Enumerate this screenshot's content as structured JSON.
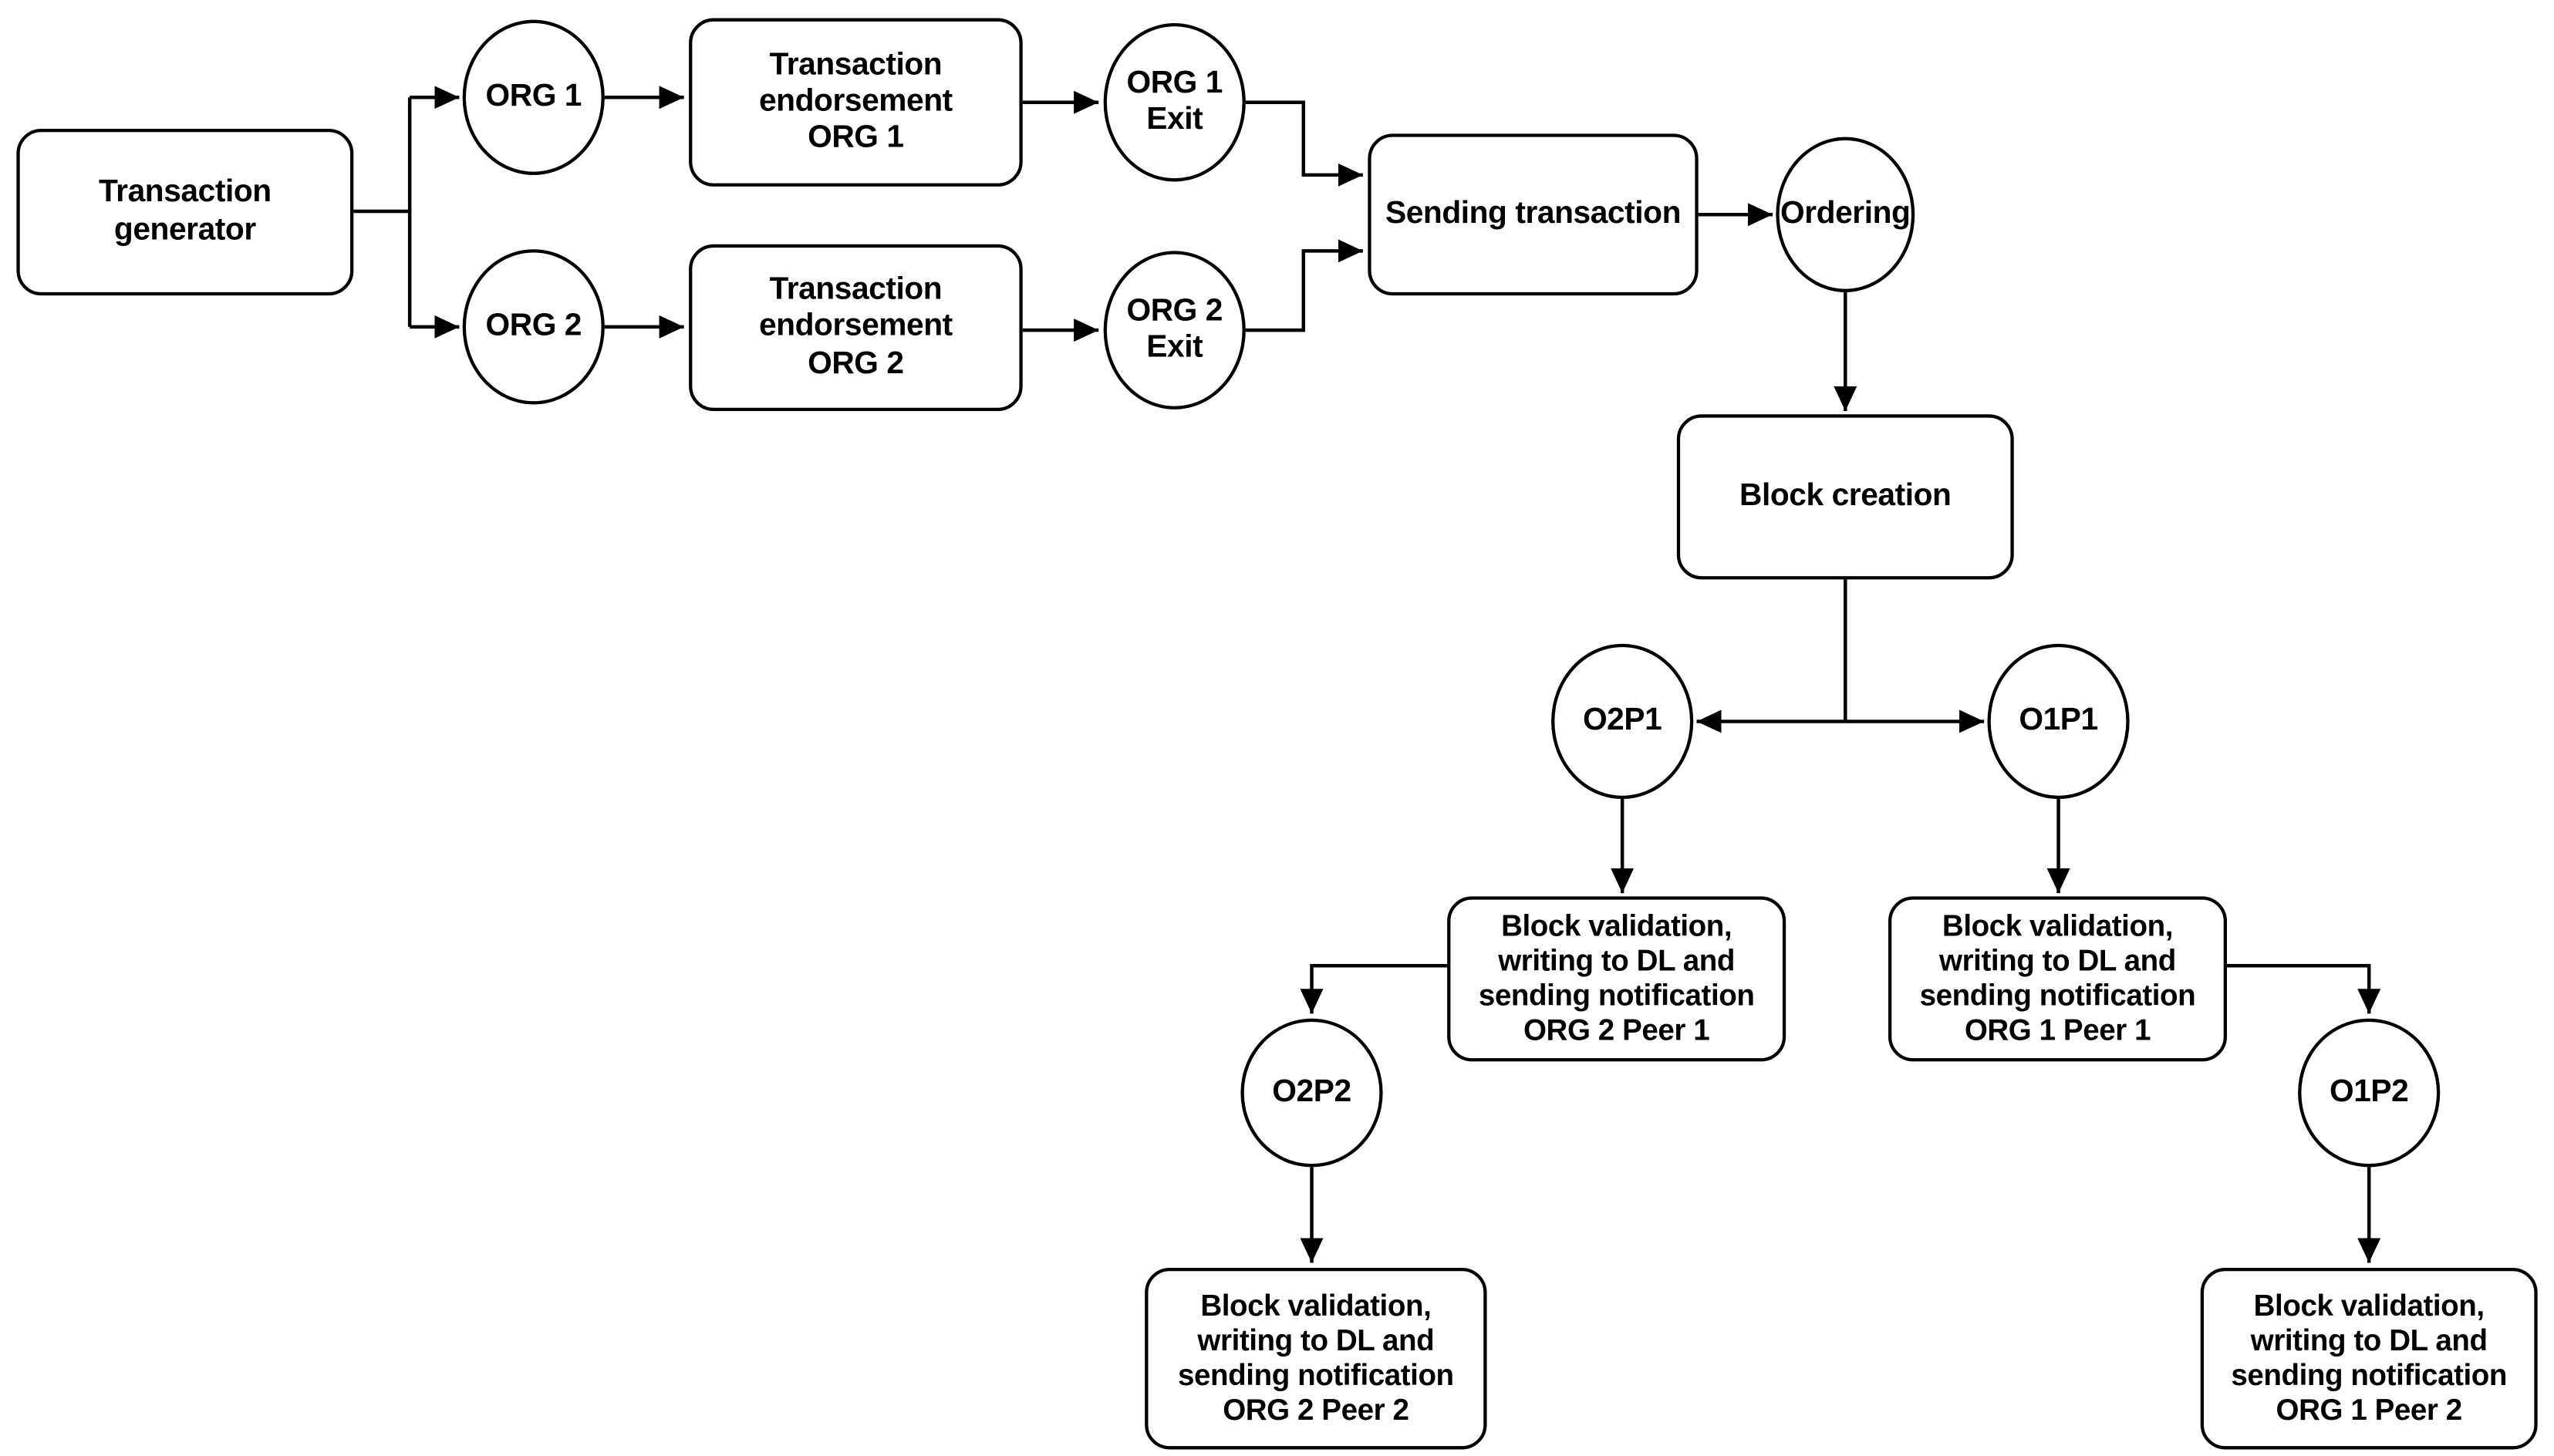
{
  "diagram": {
    "type": "flowchart",
    "ink_color": "#000000",
    "background_color": "#ffffff",
    "nodes": {
      "transaction_generator": {
        "shape": "rounded-rect",
        "label": "Transaction\ngenerator"
      },
      "org1": {
        "shape": "ellipse",
        "label": "ORG 1"
      },
      "org2": {
        "shape": "ellipse",
        "label": "ORG 2"
      },
      "endorsement_org1": {
        "shape": "rounded-rect",
        "label": "Transaction\nendorsement\nORG 1"
      },
      "endorsement_org2": {
        "shape": "rounded-rect",
        "label": "Transaction\nendorsement\nORG 2"
      },
      "org1_exit": {
        "shape": "ellipse",
        "label": "ORG 1\nExit"
      },
      "org2_exit": {
        "shape": "ellipse",
        "label": "ORG 2\nExit"
      },
      "sending_transaction": {
        "shape": "rounded-rect",
        "label": "Sending transaction"
      },
      "ordering": {
        "shape": "ellipse",
        "label": "Ordering"
      },
      "block_creation": {
        "shape": "rounded-rect",
        "label": "Block creation"
      },
      "o2p1": {
        "shape": "ellipse",
        "label": "O2P1"
      },
      "o1p1": {
        "shape": "ellipse",
        "label": "O1P1"
      },
      "block_validation_org2_peer1": {
        "shape": "rounded-rect",
        "label": "Block validation,\nwriting to DL and\nsending notification\nORG 2 Peer 1"
      },
      "block_validation_org1_peer1": {
        "shape": "rounded-rect",
        "label": "Block validation,\nwriting to DL and\nsending notification\nORG 1 Peer 1"
      },
      "o2p2": {
        "shape": "ellipse",
        "label": "O2P2"
      },
      "o1p2": {
        "shape": "ellipse",
        "label": "O1P2"
      },
      "block_validation_org2_peer2": {
        "shape": "rounded-rect",
        "label": "Block validation,\nwriting to DL and\nsending notification\nORG 2 Peer 2"
      },
      "block_validation_org1_peer2": {
        "shape": "rounded-rect",
        "label": "Block validation,\nwriting to DL and\nsending notification\nORG 1 Peer 2"
      }
    },
    "edges": [
      {
        "from": "transaction_generator",
        "to": "org1"
      },
      {
        "from": "transaction_generator",
        "to": "org2"
      },
      {
        "from": "org1",
        "to": "endorsement_org1"
      },
      {
        "from": "org2",
        "to": "endorsement_org2"
      },
      {
        "from": "endorsement_org1",
        "to": "org1_exit"
      },
      {
        "from": "endorsement_org2",
        "to": "org2_exit"
      },
      {
        "from": "org1_exit",
        "to": "sending_transaction"
      },
      {
        "from": "org2_exit",
        "to": "sending_transaction"
      },
      {
        "from": "sending_transaction",
        "to": "ordering"
      },
      {
        "from": "ordering",
        "to": "block_creation"
      },
      {
        "from": "block_creation",
        "to": "o2p1"
      },
      {
        "from": "block_creation",
        "to": "o1p1"
      },
      {
        "from": "o2p1",
        "to": "block_validation_org2_peer1"
      },
      {
        "from": "o1p1",
        "to": "block_validation_org1_peer1"
      },
      {
        "from": "block_validation_org2_peer1",
        "to": "o2p2"
      },
      {
        "from": "block_validation_org1_peer1",
        "to": "o1p2"
      },
      {
        "from": "o2p2",
        "to": "block_validation_org2_peer2"
      },
      {
        "from": "o1p2",
        "to": "block_validation_org1_peer2"
      }
    ]
  }
}
